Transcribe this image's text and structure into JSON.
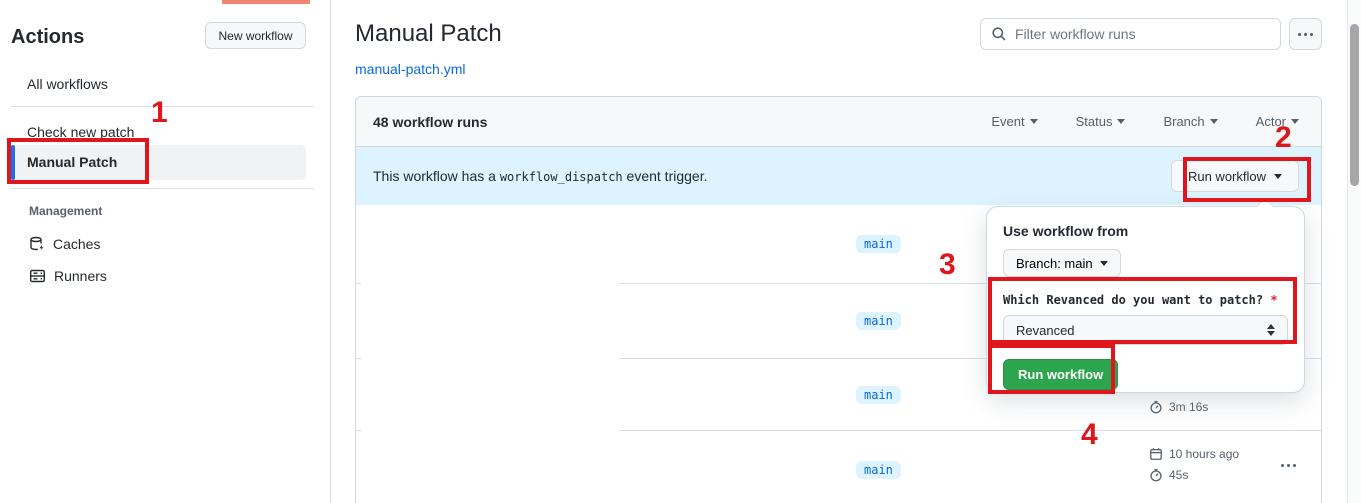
{
  "sidebar": {
    "title": "Actions",
    "new_workflow_button": "New workflow",
    "all_workflows": "All workflows",
    "items": [
      {
        "label": "Check new patch"
      },
      {
        "label": "Manual Patch",
        "selected": true
      }
    ],
    "management_label": "Management",
    "caches_label": "Caches",
    "runners_label": "Runners"
  },
  "header": {
    "title": "Manual Patch",
    "file_link": "manual-patch.yml",
    "filter_placeholder": "Filter workflow runs"
  },
  "runs": {
    "count_label": "48 workflow runs",
    "filters": [
      "Event",
      "Status",
      "Branch",
      "Actor"
    ],
    "banner_prefix": "This workflow has a ",
    "banner_code": "workflow_dispatch",
    "banner_suffix": " event trigger.",
    "run_workflow_button": "Run workflow",
    "rows": [
      {
        "branch": "main"
      },
      {
        "branch": "main"
      },
      {
        "branch": "main",
        "duration": "3m 16s"
      },
      {
        "branch": "main",
        "time": "10 hours ago",
        "duration": "45s"
      }
    ]
  },
  "dialog": {
    "use_workflow_from": "Use workflow from",
    "branch_selector": "Branch: main",
    "input_label": "Which Revanced do you want to patch?",
    "required_marker": "*",
    "input_value": "Revanced",
    "run_button": "Run workflow"
  },
  "annotations": {
    "num1": "1",
    "num2": "2",
    "num3": "3",
    "num4": "4",
    "box_color": "#e0161d"
  },
  "colors": {
    "accent_blue": "#0969da",
    "banner_blue": "#ddf4ff",
    "success_green": "#2da44e",
    "annotation_red": "#e0161d"
  }
}
